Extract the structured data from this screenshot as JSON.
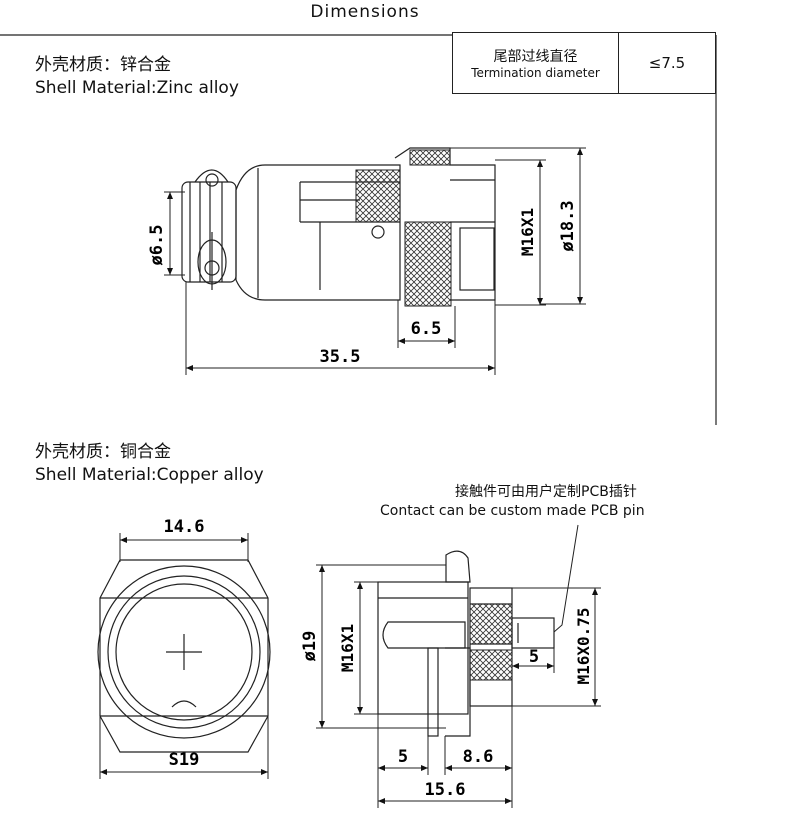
{
  "header": {
    "title": "Dimensions"
  },
  "spec_table": {
    "label_cn": "尾部过线直径",
    "label_en": "Termination diameter",
    "value": "≤7.5"
  },
  "section1": {
    "material_cn": "外壳材质：锌合金",
    "material_en": "Shell Material:Zinc alloy",
    "dims": {
      "d_left": "ø6.5",
      "thread": "M16X1",
      "d_right": "ø18.3",
      "flange": "6.5",
      "length": "35.5"
    }
  },
  "section2": {
    "material_cn": "外壳材质：铜合金",
    "material_en": "Shell Material:Copper alloy",
    "dims": {
      "top": "14.6",
      "bottom": "S19"
    }
  },
  "section3": {
    "note_cn": "接触件可由用户定制PCB插针",
    "note_en": "Contact can be custom made PCB pin",
    "dims": {
      "d_outer": "ø19",
      "thread_left": "M16X1",
      "thread_right": "M16X0.75",
      "pin": "5",
      "seg1": "5",
      "seg2": "8.6",
      "total": "15.6"
    }
  }
}
